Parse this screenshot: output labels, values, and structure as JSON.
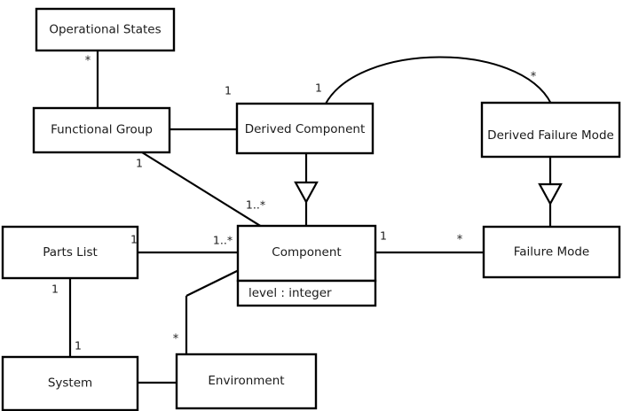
{
  "diagram": {
    "kind": "uml-class-diagram",
    "background_color": "#ffffff",
    "line_color": "#000000",
    "text_color": "#1a1a1a",
    "classes": [
      {
        "id": "operational-states",
        "name": "Operational States",
        "attributes": []
      },
      {
        "id": "functional-group",
        "name": "Functional Group",
        "attributes": []
      },
      {
        "id": "derived-component",
        "name": "Derived Component",
        "attributes": []
      },
      {
        "id": "derived-failure-mode",
        "name": "Derived Failure Mode",
        "attributes": []
      },
      {
        "id": "parts-list",
        "name": "Parts List",
        "attributes": []
      },
      {
        "id": "component",
        "name": "Component",
        "attributes": [
          "level : integer"
        ]
      },
      {
        "id": "failure-mode",
        "name": "Failure Mode",
        "attributes": []
      },
      {
        "id": "system",
        "name": "System",
        "attributes": []
      },
      {
        "id": "environment",
        "name": "Environment",
        "attributes": []
      }
    ],
    "relationships": [
      {
        "id": "operational-states--functional-group",
        "type": "association",
        "source": "operational-states",
        "target": "functional-group",
        "source_multiplicity": "*",
        "target_multiplicity": ""
      },
      {
        "id": "functional-group--derived-component",
        "type": "association",
        "source": "functional-group",
        "target": "derived-component",
        "source_multiplicity": "",
        "target_multiplicity": "1"
      },
      {
        "id": "functional-group--component",
        "type": "association",
        "source": "functional-group",
        "target": "component",
        "source_multiplicity": "1",
        "target_multiplicity": "1..*"
      },
      {
        "id": "derived-component--derived-failure-mode",
        "type": "association-arc",
        "source": "derived-component",
        "target": "derived-failure-mode",
        "source_multiplicity": "1",
        "target_multiplicity": "*"
      },
      {
        "id": "derived-component--component",
        "type": "generalization",
        "source": "derived-component",
        "target": "component",
        "source_multiplicity": "",
        "target_multiplicity": ""
      },
      {
        "id": "derived-failure-mode--failure-mode",
        "type": "generalization",
        "source": "derived-failure-mode",
        "target": "failure-mode",
        "source_multiplicity": "",
        "target_multiplicity": ""
      },
      {
        "id": "parts-list--component",
        "type": "association",
        "source": "parts-list",
        "target": "component",
        "source_multiplicity": "1",
        "target_multiplicity": "1..*"
      },
      {
        "id": "component--failure-mode",
        "type": "association",
        "source": "component",
        "target": "failure-mode",
        "source_multiplicity": "1",
        "target_multiplicity": "*"
      },
      {
        "id": "parts-list--system",
        "type": "association",
        "source": "parts-list",
        "target": "system",
        "source_multiplicity": "1",
        "target_multiplicity": "1"
      },
      {
        "id": "component--environment",
        "type": "association",
        "source": "component",
        "target": "environment",
        "source_multiplicity": "",
        "target_multiplicity": "*"
      },
      {
        "id": "system--environment",
        "type": "association",
        "source": "system",
        "target": "environment",
        "source_multiplicity": "",
        "target_multiplicity": ""
      }
    ],
    "multiplicity_labels": {
      "op_states_star": "*",
      "fg_to_dc_one": "1",
      "fg_to_comp_one": "1",
      "fg_to_comp_many": "1..*",
      "arc_left_one": "1",
      "arc_right_star": "*",
      "parts_list_one": "1",
      "parts_to_comp_many": "1..*",
      "comp_to_fm_one": "1",
      "comp_to_fm_star": "*",
      "parts_sys_top_one": "1",
      "parts_sys_bottom_one": "1",
      "env_star": "*"
    }
  }
}
